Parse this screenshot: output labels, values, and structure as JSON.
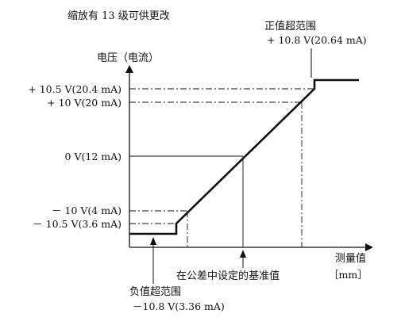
{
  "caption": "缩放有 13 级可供更改",
  "positive_overrange": {
    "title": "正值超范围",
    "value": "+ 10.8 V(20.64 mA)"
  },
  "y_axis": {
    "label": "电压（电流）"
  },
  "x_axis": {
    "label": "测量值",
    "unit": "［mm］"
  },
  "levels": [
    {
      "label": "+ 10.5 V(20.4 mA)"
    },
    {
      "label": "+ 10 V(20 mA)"
    },
    {
      "label": "0 V(12 mA)"
    },
    {
      "label": "－ 10 V(4 mA)"
    },
    {
      "label": "－ 10.5 V(3.6 mA)"
    }
  ],
  "tolerance_label": "在公差中设定的基准值",
  "negative_overrange": {
    "title": "负值超范围",
    "value": "－10.8 V(3.36 mA)"
  }
}
